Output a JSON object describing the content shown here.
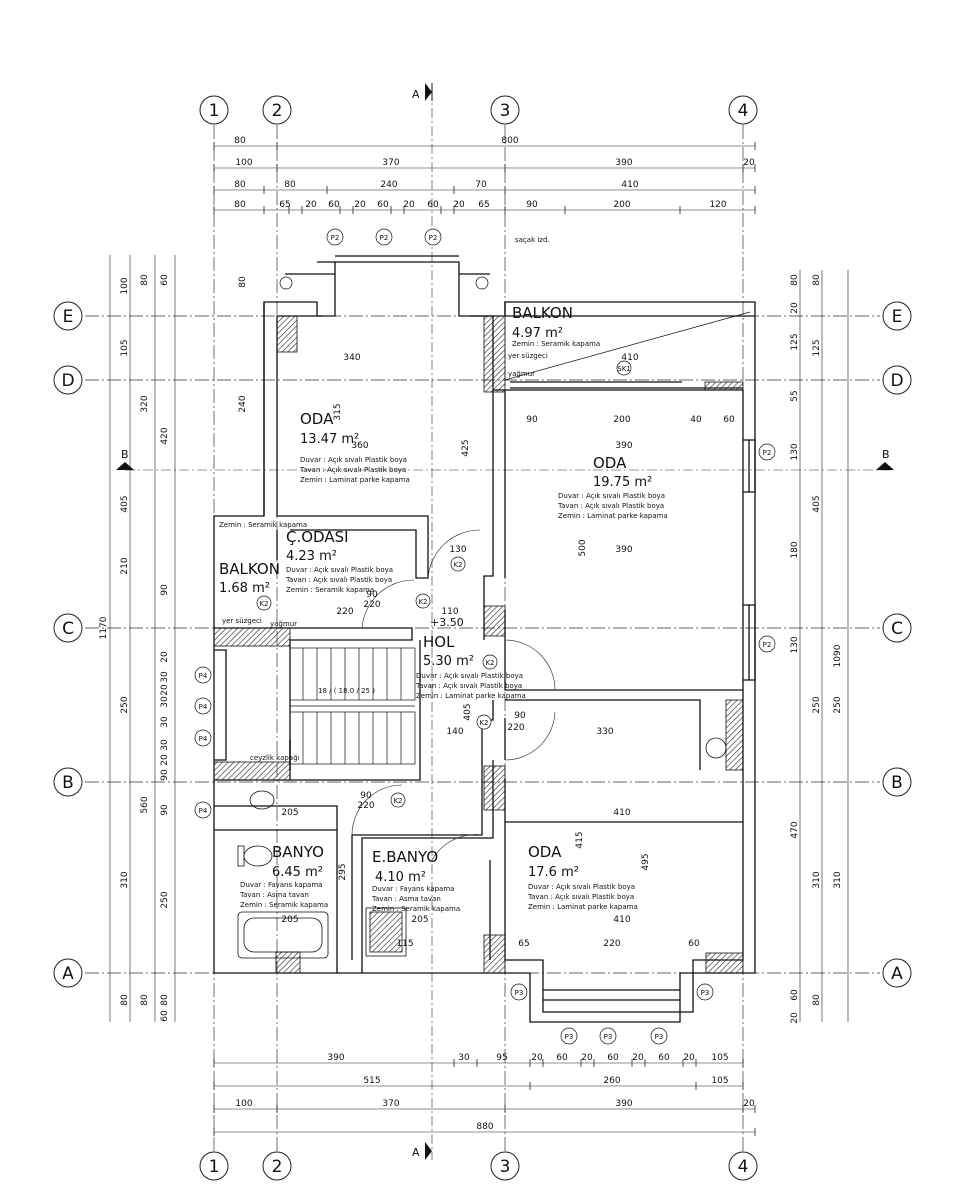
{
  "section_marks": {
    "a": "A",
    "b": "B"
  },
  "axes": {
    "vertical": [
      "1",
      "2",
      "3",
      "4"
    ],
    "horizontal": [
      "E",
      "D",
      "C",
      "B",
      "A"
    ]
  },
  "top_dims": {
    "row1": [
      "80",
      "800"
    ],
    "row2": [
      "100",
      "370",
      "390",
      "20"
    ],
    "row3": [
      "80",
      "80",
      "240",
      "70",
      "410"
    ],
    "row4": [
      "80",
      "65",
      "20",
      "60",
      "20",
      "60",
      "20",
      "60",
      "20",
      "65",
      "90",
      "200",
      "120"
    ]
  },
  "bottom_dims": {
    "row1": [
      "390",
      "30",
      "95",
      "20",
      "60",
      "20",
      "60",
      "20",
      "60",
      "20",
      "105"
    ],
    "row2": [
      "515",
      "260",
      "105"
    ],
    "row3": [
      "100",
      "370",
      "390",
      "20"
    ],
    "row4": [
      "880"
    ]
  },
  "left_dims": {
    "outer": "1170",
    "col1": [
      "100",
      "105",
      "320",
      "405",
      "210",
      "250",
      "560",
      "310",
      "80"
    ],
    "col2": [
      "80",
      "420",
      "90",
      "30",
      "30",
      "30",
      "30",
      "90",
      "250",
      "80"
    ],
    "col3": [
      "80",
      "240",
      "80",
      "90",
      "20",
      "20",
      "20",
      "60",
      "60"
    ]
  },
  "right_dims": {
    "outer": "1090",
    "col1": [
      "80",
      "20",
      "125",
      "55",
      "130",
      "180",
      "130",
      "250",
      "470",
      "310",
      "60",
      "20"
    ],
    "col2": [
      "80",
      "125",
      "405",
      "250",
      "310",
      "80"
    ]
  },
  "rooms": [
    {
      "name": "BALKON",
      "area": "4.97 m²",
      "specs": [
        "Zemin : Seramik kapama"
      ]
    },
    {
      "name": "ODA",
      "area": "13.47 m²",
      "specs": [
        "Duvar : Açık sıvalı Plastik boya",
        "Tavan : Açık sıvalı Plastik boya",
        "Zemin : Laminat parke kapama"
      ]
    },
    {
      "name": "ODA",
      "area": "19.75 m²",
      "specs": [
        "Duvar : Açık sıvalı Plastik boya",
        "Tavan : Açık sıvalı Plastik boya",
        "Zemin : Laminat parke kapama"
      ]
    },
    {
      "name": "Ç.ODASI",
      "area": "4.23 m²",
      "specs": [
        "Duvar : Açık sıvalı Plastik boya",
        "Tavan : Açık sıvalı Plastik boya",
        "Zemin : Seramik kapama"
      ]
    },
    {
      "name": "BALKON",
      "area": "1.68 m²",
      "specs": [
        "Zemin : Seramik kapama"
      ]
    },
    {
      "name": "HOL",
      "area": "5.30 m²",
      "specs": [
        "Duvar : Açık sıvalı Plastik boya",
        "Tavan : Açık sıvalı Plastik boya",
        "Zemin : Laminat parke kapama"
      ]
    },
    {
      "name": "BANYO",
      "area": "6.45 m²",
      "specs": [
        "Duvar : Fayans kapama",
        "Tavan : Asma tavan",
        "Zemin : Seramik kapama"
      ]
    },
    {
      "name": "E.BANYO",
      "area": "4.10 m²",
      "specs": [
        "Duvar : Fayans kapama",
        "Tavan : Asma tavan",
        "Zemin : Seramik kapama"
      ]
    },
    {
      "name": "ODA",
      "area": "17.6 m²",
      "specs": [
        "Duvar : Açık sıvalı Plastik boya",
        "Tavan : Açık sıvalı Plastik boya",
        "Zemin : Laminat parke kapama"
      ]
    }
  ],
  "notes": {
    "sacak": "saçak izd.",
    "yer_gider": "yer süzgeci",
    "yagmur": "yağmur",
    "level": "+3.50",
    "stair": "18 / ( 18.0 / 25 )",
    "kapak": "ceyzlik kapağı",
    "sk": "SK1"
  },
  "tags": {
    "p2": "P2",
    "p3": "P3",
    "p4": "P4",
    "k2": "K2"
  },
  "interior_dims": {
    "oda1": [
      "340",
      "360",
      "425",
      "315"
    ],
    "oda2": [
      "410",
      "390",
      "90",
      "200",
      "40",
      "60",
      "500",
      "390"
    ],
    "hol": [
      "130",
      "110",
      "220",
      "140",
      "330",
      "405"
    ],
    "banyo": [
      "205",
      "205",
      "295"
    ],
    "ebanyo": [
      "205",
      "115"
    ],
    "oda3": [
      "410",
      "410",
      "415",
      "495",
      "65",
      "220",
      "60"
    ],
    "door": [
      "90",
      "220"
    ]
  }
}
